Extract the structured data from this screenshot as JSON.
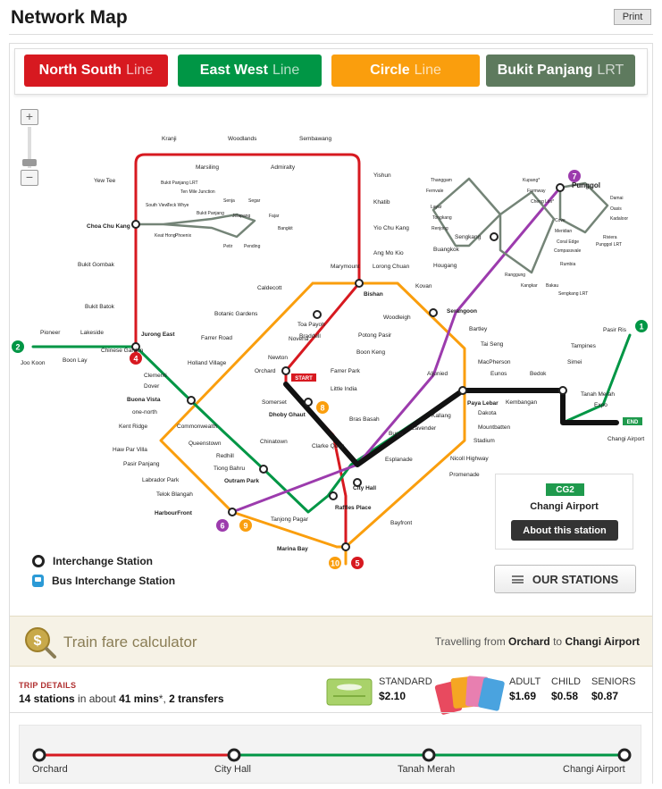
{
  "page": {
    "title": "Network Map",
    "print_label": "Print"
  },
  "tabs": [
    {
      "main": "North South",
      "sub": "Line",
      "color": "#d71920"
    },
    {
      "main": "East West",
      "sub": "Line",
      "color": "#009645"
    },
    {
      "main": "Circle",
      "sub": "Line",
      "color": "#fa9e0d"
    },
    {
      "main": "Bukit Panjang",
      "sub": "LRT",
      "color": "#5e7a5e"
    }
  ],
  "map": {
    "colors": {
      "ns": "#d71920",
      "ew": "#009645",
      "cc": "#fa9e0d",
      "ne": "#9c3bad",
      "bp": "#748477",
      "route": "#111111"
    },
    "interchange_labels": [
      "Jurong East",
      "Choa Chu Kang",
      "Bishan",
      "Serangoon",
      "Dhoby Ghaut",
      "Buona Vista",
      "Outram Park",
      "HarbourFront",
      "City Hall",
      "Raffles Place",
      "Marina Bay",
      "Paya Lebar",
      "Tanah Merah",
      "Punggol",
      "Sengkang",
      "Botanic Gardens",
      "Newton"
    ],
    "station_labels": [
      "Kranji",
      "Woodlands",
      "Sembawang",
      "Marsiling",
      "Admiralty",
      "Yishun",
      "Khatib",
      "Yio Chu Kang",
      "Ang Mo Kio",
      "Yew Tee",
      "Bukit Gombak",
      "Bukit Batok",
      "Toa Payoh",
      "Braddell",
      "Novena",
      "Orchard",
      "Somerset",
      "Clementi",
      "Dover",
      "Commonwealth",
      "Queenstown",
      "Redhill",
      "Tiong Bahru",
      "Tanjong Pagar",
      "Chinatown",
      "Clarke Quay",
      "Little India",
      "Farrer Park",
      "Boon Keng",
      "Potong Pasir",
      "Woodleigh",
      "Kovan",
      "Hougang",
      "Buangkok",
      "Bras Basah",
      "Esplanade",
      "Promenade",
      "Bugis",
      "Lavender",
      "Kallang",
      "Aljunied",
      "Eunos",
      "Kembangan",
      "Bedok",
      "Simei",
      "Tampines",
      "Pasir Ris",
      "Expo",
      "Changi Airport",
      "Stadium",
      "Mountbatten",
      "Dakota",
      "Nicoll Highway",
      "Bartley",
      "Tai Seng",
      "MacPherson",
      "Bayfront",
      "Holland Village",
      "Farrer Road",
      "Caldecott",
      "Marymount",
      "Lorong Chuan",
      "one-north",
      "Kent Ridge",
      "Haw Par Villa",
      "Pasir Panjang",
      "Labrador Park",
      "Telok Blangah",
      "Pioneer",
      "Lakeside",
      "Chinese Garden",
      "Boon Lay",
      "Joo Koon"
    ],
    "lrt_labels": [
      "Bukit Panjang LRT",
      "Ten Mile Junction",
      "South View",
      "Keat Hong",
      "Teck Whye",
      "Phoenix",
      "Bukit Panjang",
      "Senja",
      "Segar",
      "Jelapang",
      "Fajar",
      "Bangkit",
      "Petir",
      "Pending",
      "Thanggam",
      "Fernvale",
      "Layar",
      "Tongkang",
      "Renjong",
      "Kupang*",
      "Farmway",
      "Cheng Lim*",
      "Ranggung",
      "Kangkar",
      "Bakau",
      "Rumbia",
      "Compassvale",
      "Sengkang LRT",
      "Damai",
      "Oasis",
      "Kadaloor",
      "Riviera",
      "Coral Edge",
      "Meridian",
      "Cove",
      "Punggol LRT"
    ],
    "line_numbers": [
      "1",
      "2",
      "4",
      "5",
      "6",
      "7",
      "8",
      "9",
      "10"
    ],
    "start_label": "START",
    "end_label": "END"
  },
  "legend": {
    "interchange": "Interchange Station",
    "bus": "Bus Interchange Station"
  },
  "station_card": {
    "code": "CG2",
    "name": "Changi Airport",
    "button": "About this station"
  },
  "our_stations": "OUR STATIONS",
  "fare": {
    "title": "Train fare calculator",
    "travelling_prefix": "Travelling from",
    "from": "Orchard",
    "to_word": "to",
    "to": "Changi Airport"
  },
  "trip": {
    "label": "TRIP DETAILS",
    "stations": "14 stations",
    "in_about": "in about",
    "mins": "41 mins",
    "asterisk_sep": "*,",
    "transfers": "2 transfers"
  },
  "fares": {
    "standard_label": "STANDARD",
    "standard": "$2.10",
    "adult_label": "ADULT",
    "adult": "$1.69",
    "child_label": "CHILD",
    "child": "$0.58",
    "seniors_label": "SENIORS",
    "seniors": "$0.87"
  },
  "route": {
    "stops": [
      "Orchard",
      "City Hall",
      "Tanah Merah",
      "Changi Airport"
    ],
    "segment_colors": [
      "#d71920",
      "#009645",
      "#009645"
    ]
  }
}
